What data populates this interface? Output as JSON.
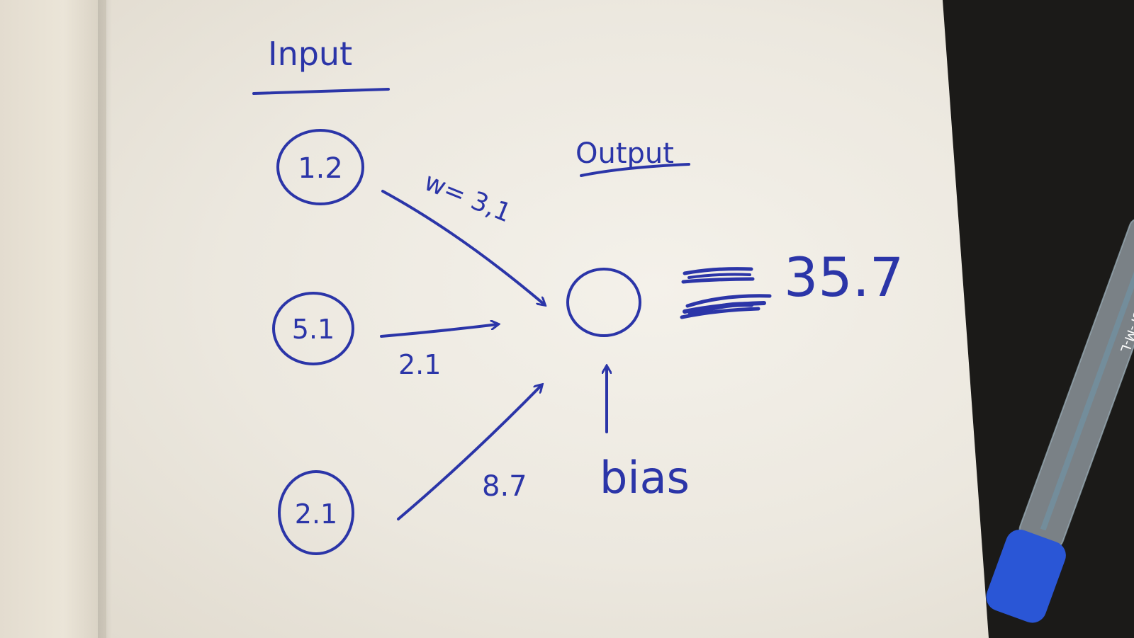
{
  "diagram": {
    "input_heading": "Input",
    "output_heading": "Output",
    "inputs": [
      {
        "value": "1.2"
      },
      {
        "value": "5.1"
      },
      {
        "value": "2.1"
      }
    ],
    "weights": [
      {
        "label": "w= 3,1"
      },
      {
        "label": "2.1"
      },
      {
        "label": "8.7"
      }
    ],
    "bias_label": "bias",
    "result": "35.7"
  },
  "pen": {
    "label_text": "BPS-GP-M-L",
    "cap_color": "#2a56d6"
  },
  "colors": {
    "ink": "#2b35a8",
    "paper": "#f1eee7",
    "table": "#1b1a18"
  }
}
